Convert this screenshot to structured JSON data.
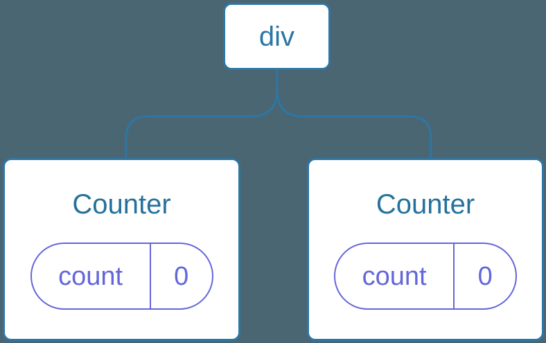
{
  "diagram": {
    "type": "component-tree",
    "colors": {
      "background": "#4B6673",
      "node_fill": "#FFFFFF",
      "stroke_blue": "#2E76A3",
      "title_blue": "#26719C",
      "state_purple": "#6366D9"
    },
    "root_node": {
      "label": "div"
    },
    "children": [
      {
        "title": "Counter",
        "state": {
          "key": "count",
          "value": "0"
        }
      },
      {
        "title": "Counter",
        "state": {
          "key": "count",
          "value": "0"
        }
      }
    ]
  }
}
